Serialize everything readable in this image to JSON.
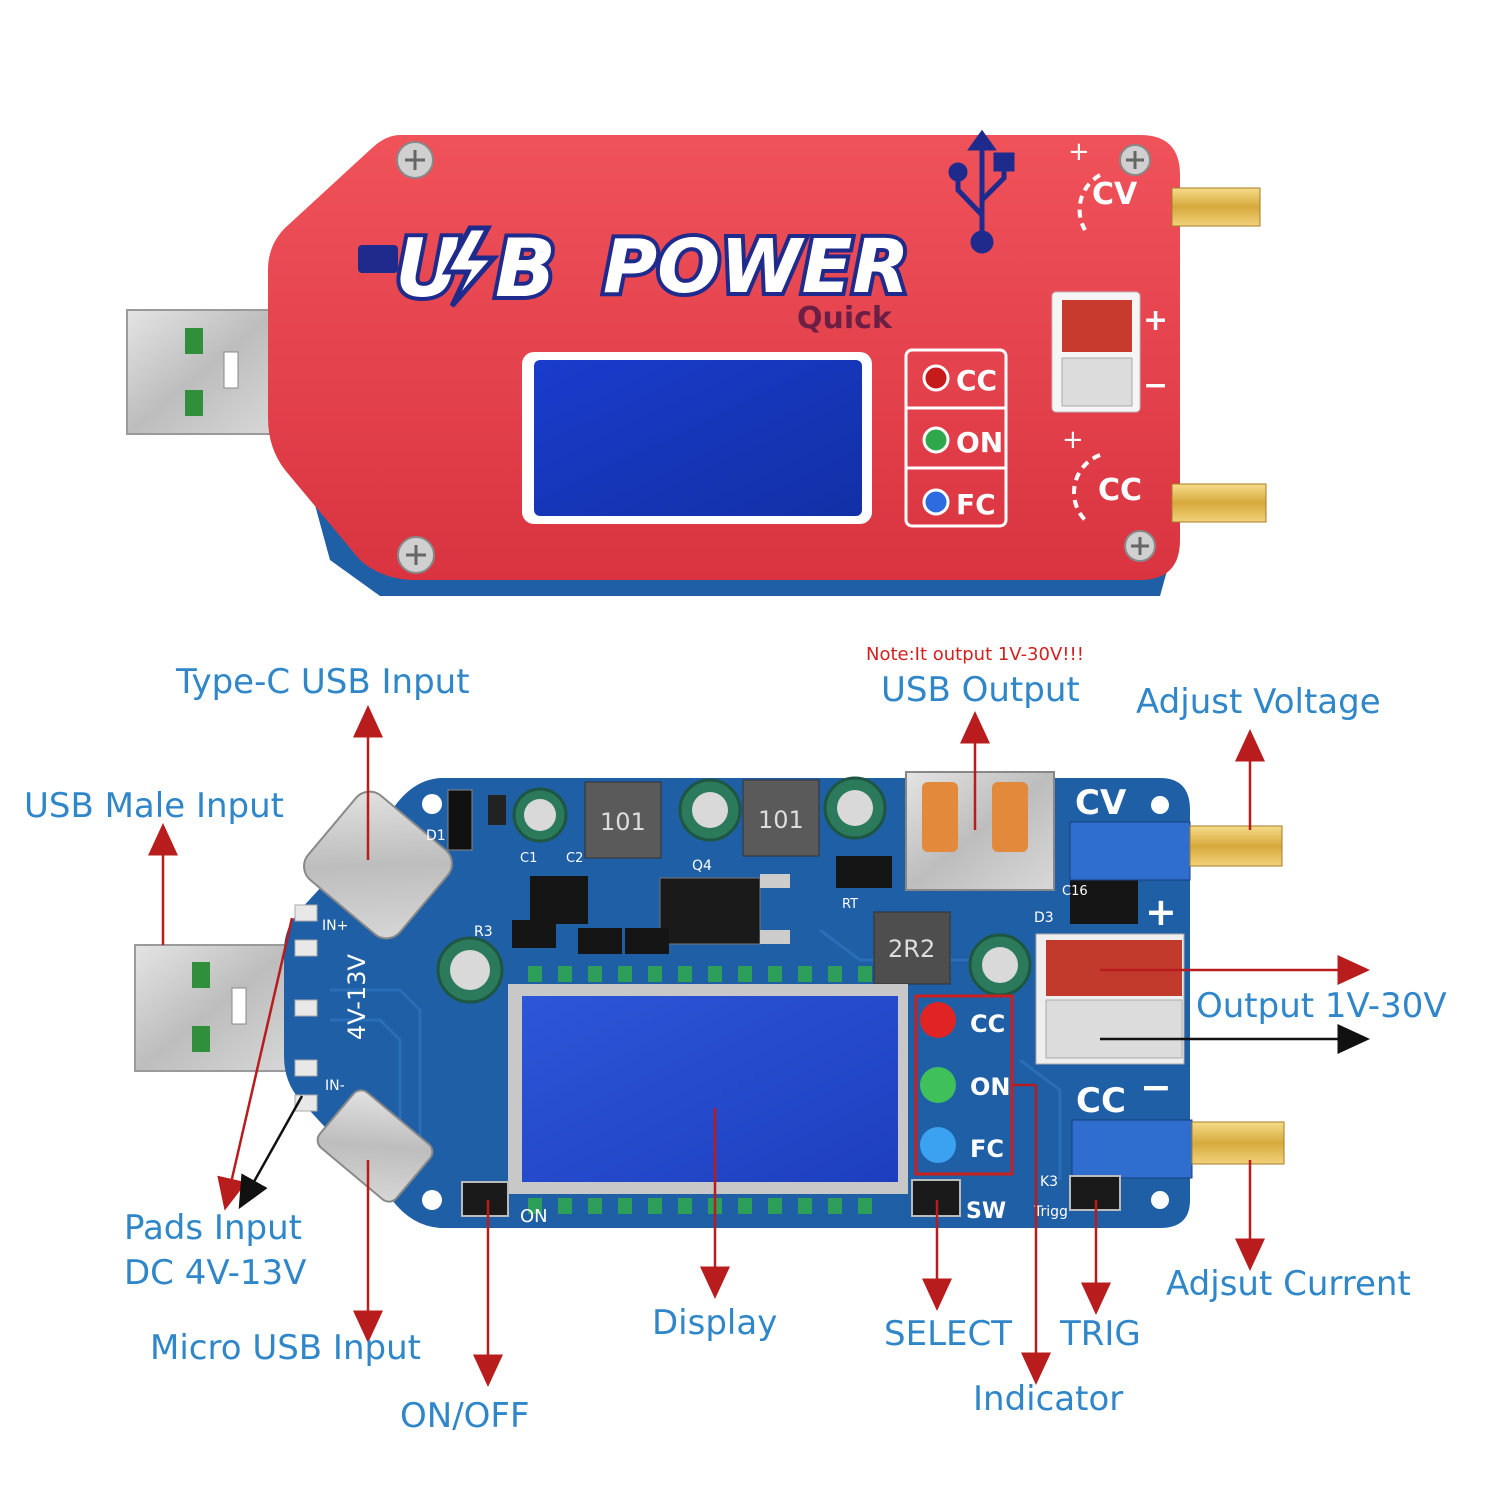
{
  "top_device": {
    "brand_u": "U",
    "brand_b": "B",
    "brand_power": "POWER",
    "brand_quick": "Quick",
    "indicator_cc": "CC",
    "indicator_on": "ON",
    "indicator_fc": "FC",
    "knob_cv": "CV",
    "knob_cc": "CC",
    "out_plus": "+",
    "out_minus": "−"
  },
  "board": {
    "silk_voltage": "4V-13V",
    "silk_in_plus": "IN+",
    "silk_in_minus": "IN-",
    "silk_cv": "CV",
    "silk_cc": "CC",
    "silk_plus": "+",
    "silk_minus": "−",
    "silk_cc_led": "CC",
    "silk_on_led": "ON",
    "silk_fc_led": "FC",
    "silk_sw": "SW",
    "silk_on": "ON",
    "silk_k3": "K3",
    "silk_trigger": "Trigg",
    "inductor_1": "101",
    "inductor_2": "101",
    "inductor_3": "2R2",
    "silk_q4": "Q4",
    "silk_d1": "D1",
    "silk_d3": "D3",
    "silk_r3": "R3",
    "silk_c16": "C16",
    "silk_c1": "C1",
    "silk_c2": "C2",
    "silk_rt": "RT"
  },
  "labels": {
    "type_c": "Type-C USB Input",
    "usb_male": "USB Male Input",
    "note": "Note:It output 1V-30V!!!",
    "usb_output": "USB Output",
    "adjust_voltage": "Adjust Voltage",
    "output": "Output 1V-30V",
    "pads_1": "Pads Input",
    "pads_2": "DC 4V-13V",
    "micro_usb": "Micro USB Input",
    "on_off": "ON/OFF",
    "display": "Display",
    "select": "SELECT",
    "trig": "TRIG",
    "indicator": "Indicator",
    "adjust_current": "Adjsut Current"
  },
  "colors": {
    "label_blue": "#2f86c8",
    "arrow_red": "#b81c1c",
    "note_red": "#d41f1f",
    "case_red": "#e8424a",
    "board_blue": "#1f5fa6",
    "lcd_blue": "#1537b8"
  }
}
